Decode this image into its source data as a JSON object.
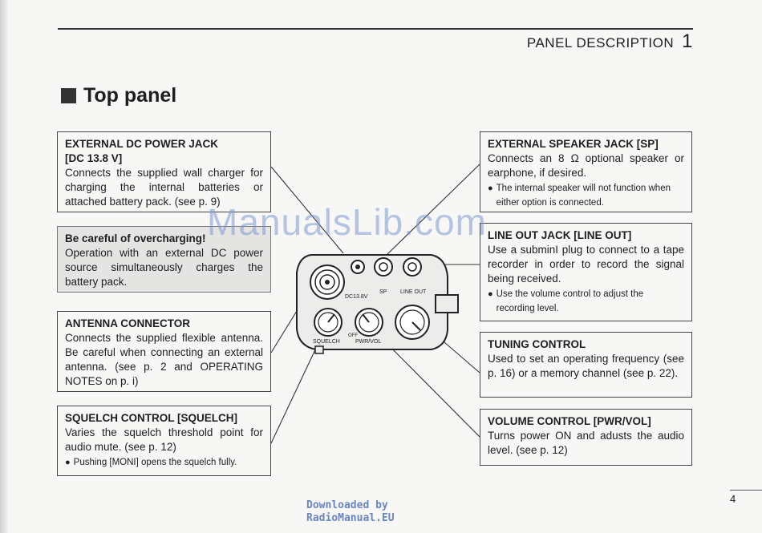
{
  "header": {
    "section": "PANEL DESCRIPTION",
    "chapter_number": "1"
  },
  "title": "Top panel",
  "boxes": {
    "dc_jack": {
      "title_line1": "EXTERNAL DC POWER JACK",
      "title_line2": "[DC 13.8 V]",
      "body": "Connects the supplied wall charger for charging the internal batteries or attached battery pack. (see p. 9)"
    },
    "warning": {
      "title": "Be careful of overcharging!",
      "body": "Operation with an external DC power source simultaneously charges the battery pack."
    },
    "antenna": {
      "title": "ANTENNA CONNECTOR",
      "body": "Connects the supplied flexible antenna. Be careful when connecting an external antenna. (see p. 2 and OPERATING NOTES on p. i)"
    },
    "squelch": {
      "title": "SQUELCH CONTROL [SQUELCH]",
      "body": "Varies the squelch threshold point for audio mute. (see p. 12)",
      "note": "Pushing [MONI] opens the squelch fully."
    },
    "speaker": {
      "title": "EXTERNAL SPEAKER JACK [SP]",
      "body": "Connects an 8 Ω optional speaker or earphone, if desired.",
      "note": "The internal speaker will not function when either option is connected."
    },
    "line_out": {
      "title": "LINE OUT JACK [LINE OUT]",
      "body": "Use a subminI plug to connect to a tape recorder in order to record the signal being received.",
      "note": "Use the volume control to adjust the recording level."
    },
    "tuning": {
      "title": "TUNING CONTROL",
      "body": "Used to set an operating frequency (see p. 16) or a memory channel (see p. 22)."
    },
    "volume": {
      "title": "VOLUME CONTROL [PWR/VOL]",
      "body": "Turns power ON and adusts the audio level. (see p. 12)"
    }
  },
  "diagram_labels": {
    "dc": "DC13.8V",
    "sp": "SP",
    "line_out": "LINE OUT",
    "squelch": "SQUELCH",
    "pwr_vol": "PWR/VOL",
    "off": "OFF"
  },
  "page_number": "4",
  "watermark": "ManualsLib.com",
  "footer": {
    "line1": "Downloaded by",
    "line2": "RadioManual.EU"
  }
}
